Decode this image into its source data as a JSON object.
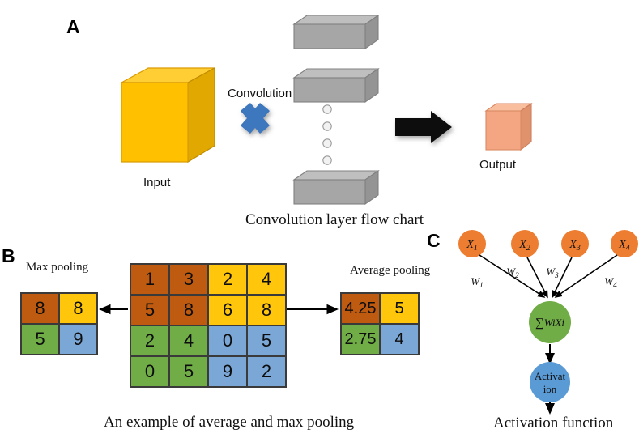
{
  "figure": {
    "panels": [
      {
        "id": "A",
        "label": "A"
      },
      {
        "id": "B",
        "label": "B"
      },
      {
        "id": "C",
        "label": "C"
      }
    ]
  },
  "panel_a": {
    "label": "A",
    "caption": "Convolution layer flow chart",
    "input_label": "Input",
    "output_label": "Output",
    "operation_label": "Convolution",
    "operator_icon": "blue-x-cross-icon",
    "arrow_icon": "black-right-arrow-icon",
    "input_cube_color": "#FFC000",
    "output_cube_color": "#F4A582",
    "filter_slab_color": "#A6A6A6",
    "filter_count_visible": 3,
    "ellipsis_dots": 4
  },
  "panel_b": {
    "label": "B",
    "caption": "An example of average and max pooling",
    "max_pooling_title": "Max pooling",
    "average_pooling_title": "Average pooling",
    "colors": {
      "rust": "#BF5B11",
      "yellow": "#FFC60B",
      "green": "#70AD47",
      "blue": "#7BA7D7"
    },
    "input_matrix": {
      "rows": 4,
      "cols": 4,
      "values": [
        [
          1,
          3,
          2,
          4
        ],
        [
          5,
          8,
          6,
          8
        ],
        [
          2,
          4,
          0,
          5
        ],
        [
          0,
          5,
          9,
          2
        ]
      ],
      "quadrant_colors": [
        [
          "rust",
          "rust",
          "yellow",
          "yellow"
        ],
        [
          "rust",
          "rust",
          "yellow",
          "yellow"
        ],
        [
          "green",
          "green",
          "blue",
          "blue"
        ],
        [
          "green",
          "green",
          "blue",
          "blue"
        ]
      ]
    },
    "max_pooling_matrix": {
      "rows": 2,
      "cols": 2,
      "values": [
        [
          8,
          8
        ],
        [
          5,
          9
        ]
      ],
      "quadrant_colors": [
        [
          "rust",
          "yellow"
        ],
        [
          "green",
          "blue"
        ]
      ]
    },
    "average_pooling_matrix": {
      "rows": 2,
      "cols": 2,
      "values": [
        [
          "4.25",
          "5"
        ],
        [
          "2.75",
          "4"
        ]
      ],
      "quadrant_colors": [
        [
          "rust",
          "yellow"
        ],
        [
          "green",
          "blue"
        ]
      ]
    },
    "arrow_left_icon": "left-arrow-icon",
    "arrow_right_icon": "right-arrow-icon"
  },
  "panel_c": {
    "label": "C",
    "caption": "Activation function",
    "input_nodes": [
      {
        "label": "X",
        "subscript": "1"
      },
      {
        "label": "X",
        "subscript": "2"
      },
      {
        "label": "X",
        "subscript": "3"
      },
      {
        "label": "X",
        "subscript": "4"
      }
    ],
    "weights": [
      {
        "label": "W",
        "subscript": "1"
      },
      {
        "label": "W",
        "subscript": "2"
      },
      {
        "label": "W",
        "subscript": "3"
      },
      {
        "label": "W",
        "subscript": "4"
      }
    ],
    "sum_node": {
      "symbol": "∑",
      "expression": "WiXi"
    },
    "activation_node": {
      "line1": "Activat",
      "line2": "ion"
    },
    "colors": {
      "input_node": "#ED7D31",
      "sum_node": "#70AD47",
      "activation_node": "#5B9BD5"
    }
  }
}
